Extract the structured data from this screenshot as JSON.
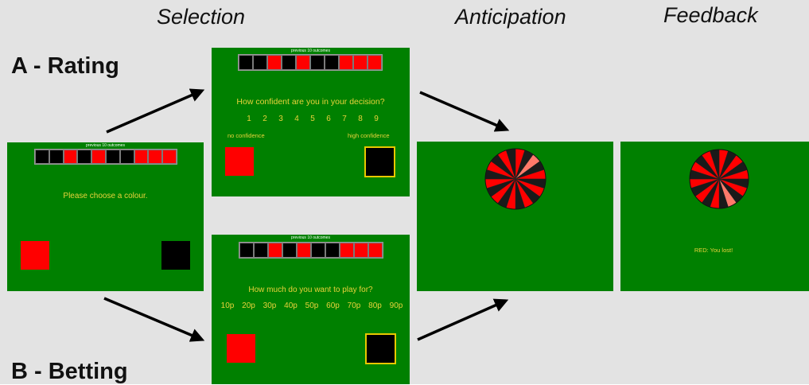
{
  "headings": {
    "selection": "Selection",
    "anticipation": "Anticipation",
    "feedback": "Feedback"
  },
  "conditions": {
    "rating": "A - Rating",
    "betting": "B - Betting"
  },
  "previous_outcomes_caption": "previous 10 outcomes",
  "colors": {
    "background": "#e3e3e3",
    "screen_green": "#008000",
    "text_yellow": "#e8d23a",
    "red": "#ff0000",
    "black": "#000000",
    "selected_border": "#e8c800"
  },
  "choice_screen": {
    "prompt": "Please choose a colour.",
    "history": [
      "black",
      "black",
      "red",
      "black",
      "red",
      "black",
      "black",
      "red",
      "red",
      "red"
    ]
  },
  "rating_screen": {
    "prompt": "How confident are you in your decision?",
    "scale": [
      "1",
      "2",
      "3",
      "4",
      "5",
      "6",
      "7",
      "8",
      "9"
    ],
    "low_label": "no confidence",
    "high_label": "high confidence",
    "history": [
      "black",
      "black",
      "red",
      "black",
      "red",
      "black",
      "black",
      "red",
      "red",
      "red"
    ],
    "selected": "black"
  },
  "betting_screen": {
    "prompt": "How much do you want to play for?",
    "scale": [
      "10p",
      "20p",
      "30p",
      "40p",
      "50p",
      "60p",
      "70p",
      "80p",
      "90p"
    ],
    "history": [
      "black",
      "black",
      "red",
      "black",
      "red",
      "black",
      "black",
      "red",
      "red",
      "red"
    ],
    "selected": "black"
  },
  "feedback_screen": {
    "message": "RED:  You lost!"
  },
  "wheel": {
    "segments": 20,
    "colors": [
      "#ff0000",
      "#1a1a1a"
    ],
    "highlight": "#ff7a6a"
  }
}
